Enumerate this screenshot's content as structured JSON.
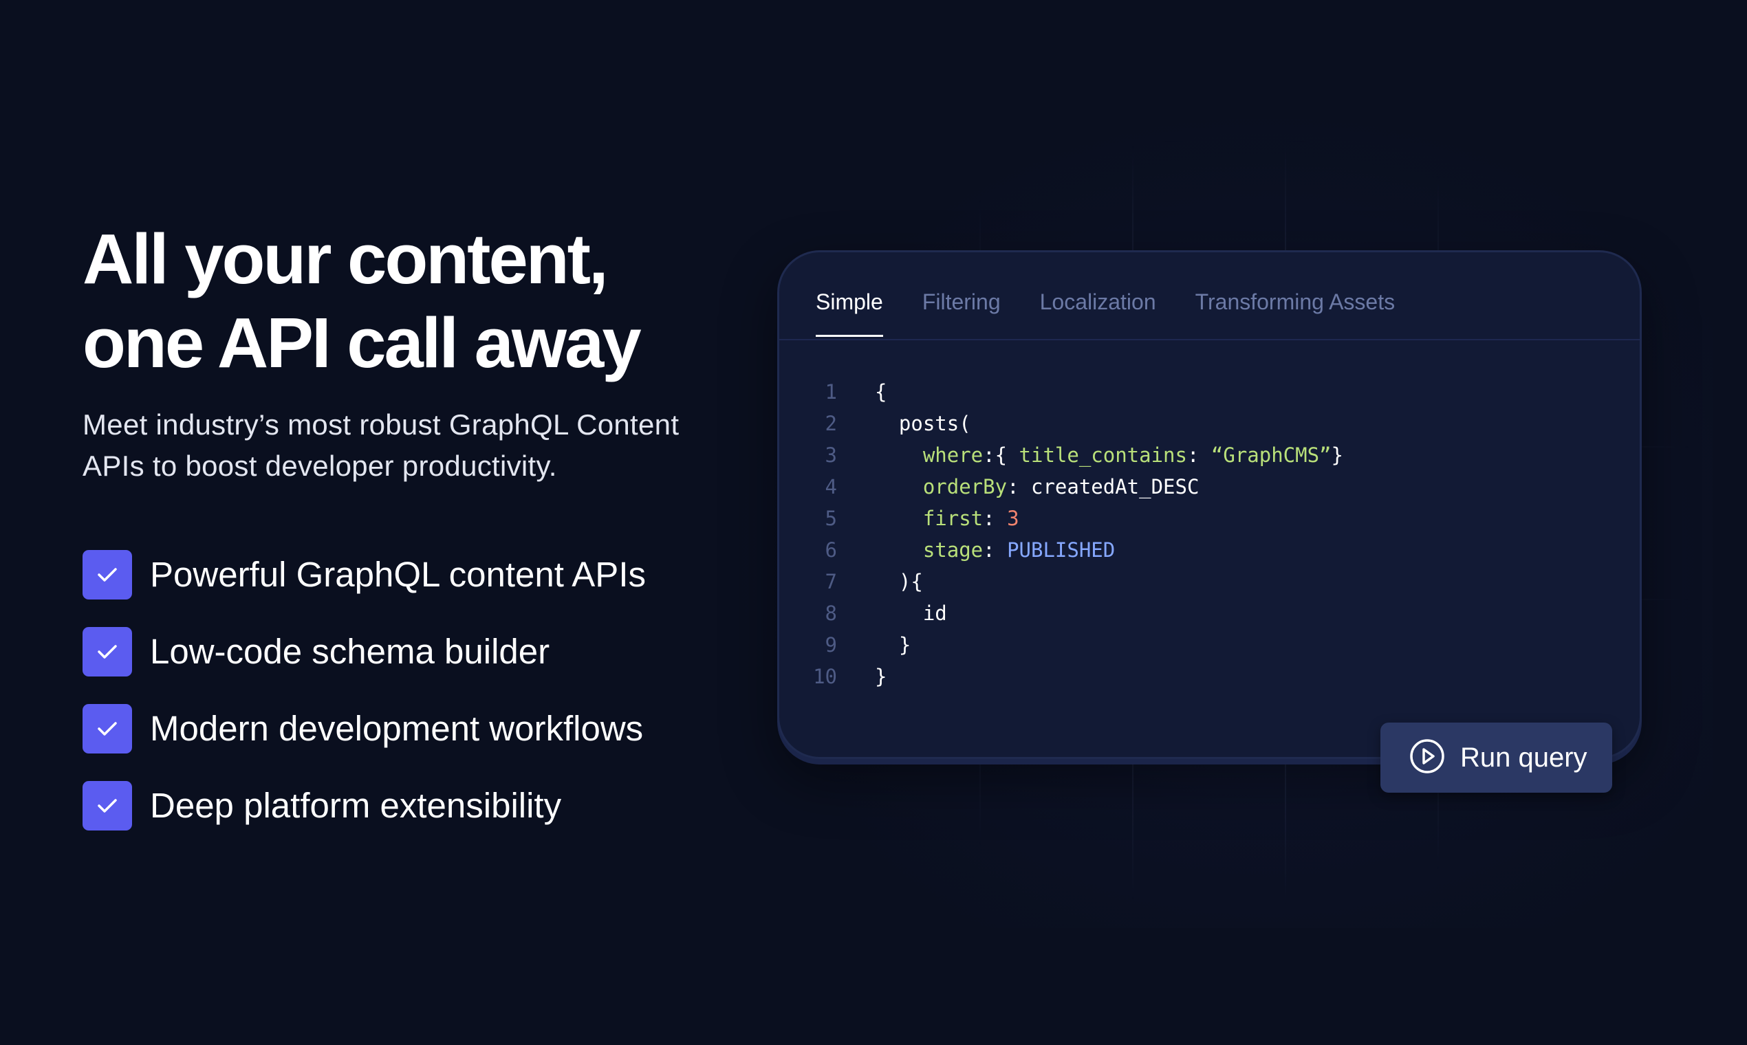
{
  "hero": {
    "headline_line1": "All your content,",
    "headline_line2": "one API call away",
    "subhead": "Meet industry’s most robust GraphQL Content APIs to boost developer productivity.",
    "features": [
      "Powerful GraphQL content APIs",
      "Low-code schema builder",
      "Modern development workflows",
      "Deep platform extensibility"
    ],
    "feature_icon": "checkmark-icon"
  },
  "editor": {
    "tabs": [
      "Simple",
      "Filtering",
      "Localization",
      "Transforming Assets"
    ],
    "active_tab": "Simple",
    "line_numbers": [
      "1",
      "2",
      "3",
      "4",
      "5",
      "6",
      "7",
      "8",
      "9",
      "10"
    ],
    "code": {
      "l1": "{",
      "l2": "posts(",
      "l3_key": "where",
      "l3_mid": ":{ ",
      "l3_arg": "title_contains",
      "l3_colon": ": ",
      "l3_val": "“GraphCMS”",
      "l3_end": "}",
      "l4_key": "orderBy",
      "l4_colon": ": ",
      "l4_val": "createdAt_DESC",
      "l5_key": "first",
      "l5_colon": ": ",
      "l5_val": "3",
      "l6_key": "stage",
      "l6_colon": ": ",
      "l6_val": "PUBLISHED",
      "l7": "){",
      "l8": "id",
      "l9": "}",
      "l10": "}"
    },
    "run_button": {
      "label": "Run query",
      "icon": "play-circle-icon"
    }
  },
  "colors": {
    "background": "#0a0f1f",
    "accent": "#5b5cf0",
    "editor_bg": "#121a35",
    "button_bg": "#2b3864",
    "code_key": "#b9e07a",
    "code_number": "#f2846e",
    "code_enum": "#86a8ff"
  }
}
